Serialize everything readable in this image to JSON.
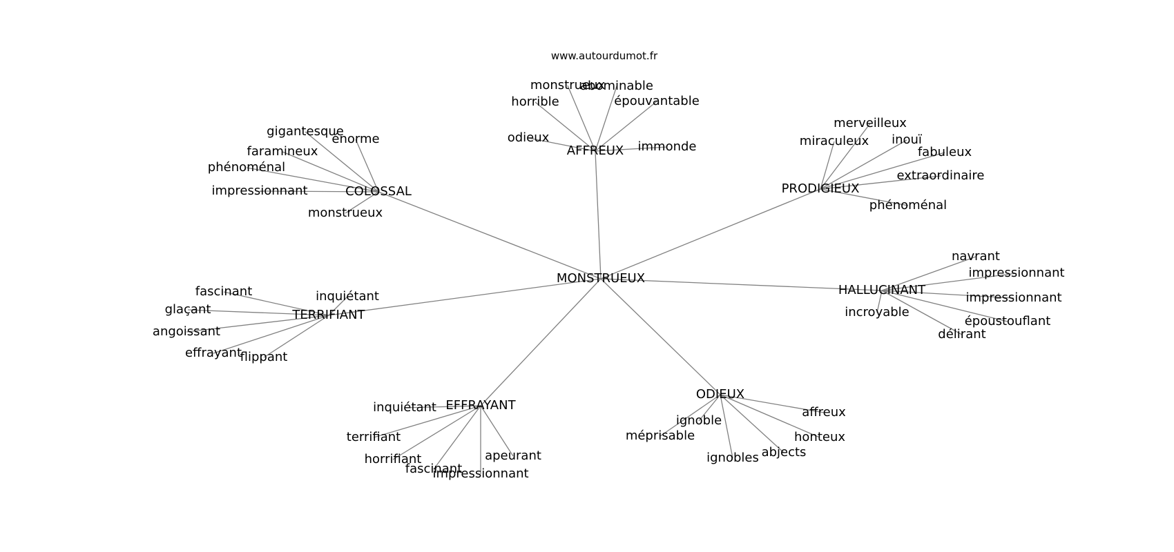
{
  "header": {
    "site_url": "www.autourdumot.fr"
  },
  "graph": {
    "root": "MONSTRUEUX",
    "clusters": [
      {
        "label": "AFFREUX",
        "words": [
          "monstrueux",
          "abominable",
          "horrible",
          "épouvantable",
          "odieux",
          "immonde"
        ]
      },
      {
        "label": "COLOSSAL",
        "words": [
          "gigantesque",
          "énorme",
          "faramineux",
          "phénoménal",
          "impressionnant",
          "monstrueux"
        ]
      },
      {
        "label": "PRODIGIEUX",
        "words": [
          "merveilleux",
          "miraculeux",
          "inouï",
          "fabuleux",
          "extraordinaire",
          "phénoménal"
        ]
      },
      {
        "label": "HALLUCINANT",
        "words": [
          "navrant",
          "impressionnant",
          "impressionnant",
          "époustouflant",
          "incroyable",
          "délirant"
        ]
      },
      {
        "label": "TERRIFIANT",
        "words": [
          "fascinant",
          "inquiétant",
          "glaçant",
          "angoissant",
          "effrayant",
          "flippant"
        ]
      },
      {
        "label": "EFFRAYANT",
        "words": [
          "inquiétant",
          "terrifiant",
          "horrifiant",
          "apeurant",
          "fascinant",
          "impressionnant"
        ]
      },
      {
        "label": "ODIEUX",
        "words": [
          "affreux",
          "ignoble",
          "méprisable",
          "honteux",
          "ignobles",
          "abjects"
        ]
      }
    ]
  }
}
